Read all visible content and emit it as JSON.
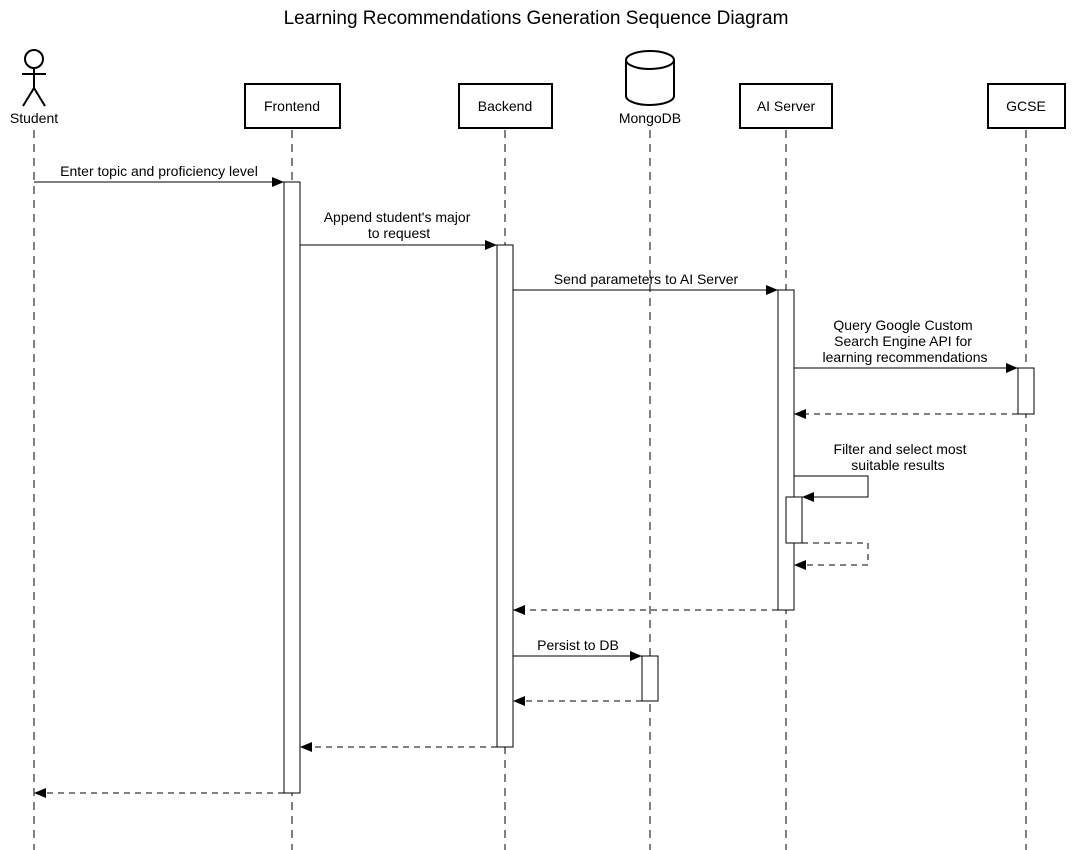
{
  "diagram": {
    "title": "Learning Recommendations Generation Sequence Diagram",
    "participants": {
      "student": "Student",
      "frontend": "Frontend",
      "backend": "Backend",
      "mongodb": "MongoDB",
      "ai_server": "AI Server",
      "gcse": "GCSE"
    },
    "messages": {
      "m1": "Enter topic and proficiency level",
      "m2": [
        "Append student's major",
        "to request"
      ],
      "m3": "Send parameters to AI Server",
      "m4": [
        "Query Google Custom",
        "Search Engine API for",
        "learning recommendations"
      ],
      "m6": [
        "Filter and select most",
        "suitable results"
      ],
      "m10": "Persist to DB"
    }
  }
}
